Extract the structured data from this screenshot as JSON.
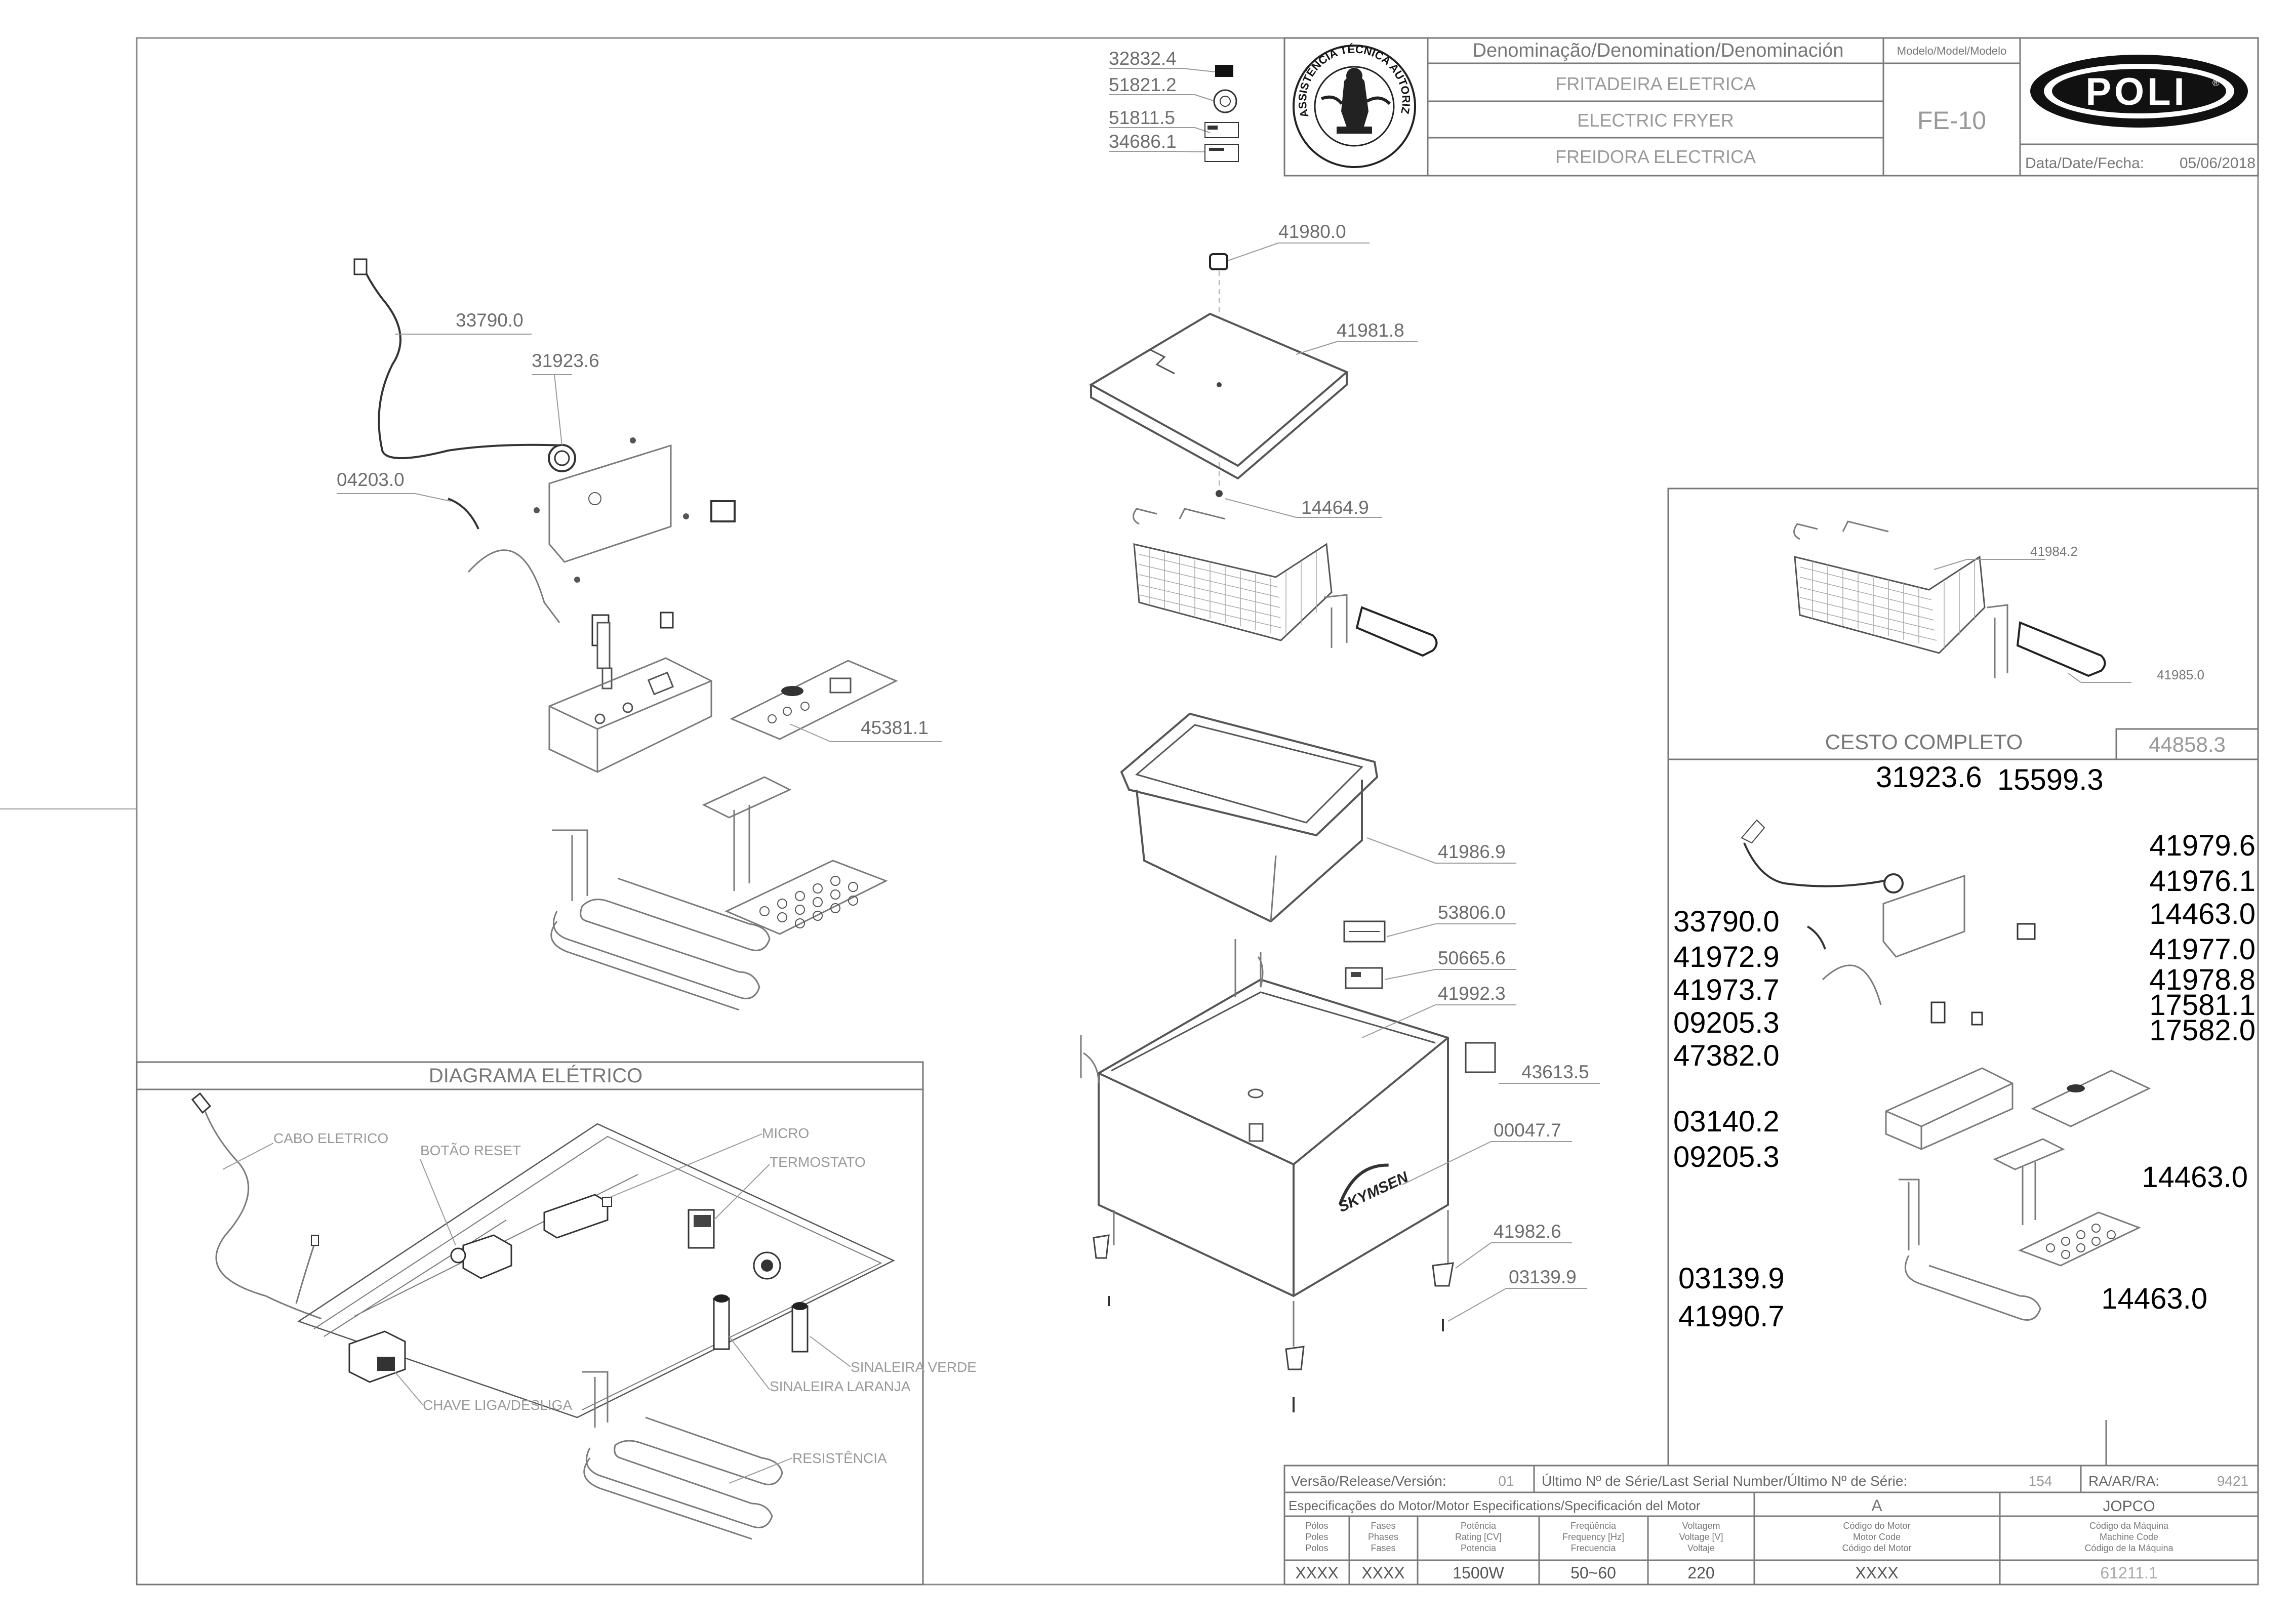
{
  "title_block": {
    "denomination_header": "Denominação/Denomination/Denominación",
    "name_pt": "FRITADEIRA ELETRICA",
    "name_en": "ELECTRIC FRYER",
    "name_es": "FREIDORA ELECTRICA",
    "model_header": "Modelo/Model/Modelo",
    "model": "FE-10",
    "date_label": "Data/Date/Fecha:",
    "date": "05/06/2018",
    "brand_logo": "POLI",
    "seal_text": "ASSISTÊNCIA TÉCNICA AUTORIZADA"
  },
  "label_parts": [
    "32832.4",
    "51821.2",
    "51811.5",
    "34686.1"
  ],
  "exploded_left_labels": [
    "33790.0",
    "31923.6",
    "04203.0",
    "45381.1"
  ],
  "exploded_center_labels": [
    "41980.0",
    "41981.8",
    "14464.9",
    "41986.9",
    "53806.0",
    "50665.6",
    "41992.3",
    "43613.5",
    "00047.7",
    "41982.6",
    "03139.9"
  ],
  "basket": {
    "title": "CESTO COMPLETO",
    "code": "44858.3",
    "labels": [
      "41984.2",
      "41985.0"
    ]
  },
  "skymsen_logo": "SKYMSEN",
  "right_panel": {
    "top_row": [
      "31923.6",
      "15599.3"
    ],
    "left_column": [
      "33790.0",
      "41972.9",
      "41973.7",
      "09205.3",
      "47382.0",
      "03140.2",
      "09205.3",
      "03139.9",
      "41990.7"
    ],
    "right_column": [
      "41979.6",
      "41976.1",
      "14463.0",
      "41977.0",
      "41978.8",
      "17581.1",
      "17582.0",
      "14463.0",
      "14463.0"
    ]
  },
  "diagram": {
    "title": "DIAGRAMA ELÉTRICO",
    "labels": {
      "cable": "CABO ELETRICO",
      "reset": "BOTÃO RESET",
      "micro": "MICRO",
      "thermostat": "TERMOSTATO",
      "green_light": "SINALEIRA VERDE",
      "orange_light": "SINALEIRA LARANJA",
      "switch": "CHAVE LIGA/DESLIGA",
      "resistance": "RESISTÊNCIA"
    }
  },
  "spec_block": {
    "version_label": "Versão/Release/Versión:",
    "version": "01",
    "serial_label": "Último Nº de Série/Last Serial Number/Último Nº de Série:",
    "serial": "154",
    "ra_label": "RA/AR/RA:",
    "ra": "9421",
    "motor_spec_label": "Especificações do Motor/Motor Especifications/Specificación del Motor",
    "motor_letter": "A",
    "machine": "JOPCO",
    "headers": [
      "Pólos\nPoles\nPolos",
      "Fases\nPhases\nFases",
      "Potência\nRating [CV]\nPotencia",
      "Freqüência\nFrequency [Hz]\nFrecuencia",
      "Voltagem\nVoltage [V]\nVoltaje",
      "Código do Motor\nMotor Code\nCódigo del Motor",
      "Código da Máquina\nMachine Code\nCódigo de la Máquina"
    ],
    "values": [
      "XXXX",
      "XXXX",
      "1500W",
      "50~60",
      "220",
      "XXXX",
      "61211.1"
    ]
  }
}
